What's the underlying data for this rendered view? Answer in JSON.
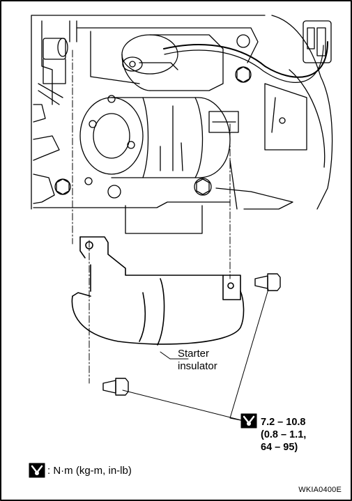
{
  "figure_code": "WKIA0400E",
  "callout": {
    "line1": "Starter",
    "line2": "insulator"
  },
  "torque_spec": {
    "line1": "7.2 – 10.8",
    "line2": "(0.8 – 1.1,",
    "line3": "64 – 95)"
  },
  "legend": {
    "units": ": N·m (kg-m, in-lb)"
  },
  "icons": {
    "torque": "torque-wrench-icon"
  }
}
